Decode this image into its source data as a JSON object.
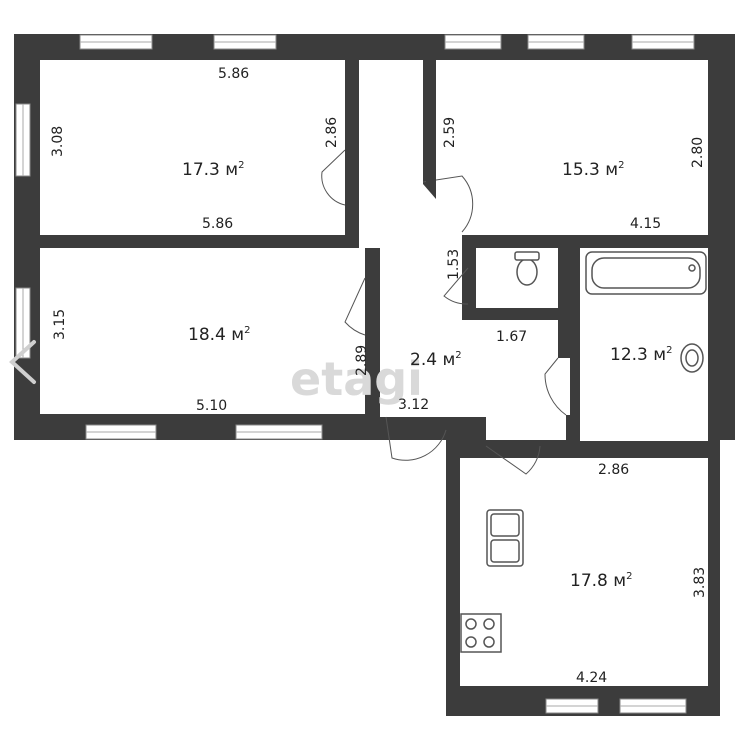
{
  "plan": {
    "watermark": "etagi",
    "area_unit": "м",
    "rooms": [
      {
        "id": "room-top-left",
        "area": "17.3"
      },
      {
        "id": "room-top-right",
        "area": "15.3"
      },
      {
        "id": "room-mid-left",
        "area": "18.4"
      },
      {
        "id": "hall",
        "area": "2.4"
      },
      {
        "id": "bathroom",
        "area": "12.3"
      },
      {
        "id": "kitchen",
        "area": "17.8"
      }
    ],
    "dimensions": {
      "tl_top": "5.86",
      "tl_left": "3.08",
      "tl_right": "2.86",
      "tl_bottom": "5.86",
      "tr_left": "2.59",
      "tr_right": "2.80",
      "tr_bottom": "4.15",
      "wc_left": "1.53",
      "wc_bottom": "1.67",
      "ml_left": "3.15",
      "ml_right": "2.89",
      "ml_bottom": "5.10",
      "hall_bottom": "3.12",
      "k_top": "2.86",
      "k_right": "3.83",
      "k_bottom": "4.24"
    }
  }
}
